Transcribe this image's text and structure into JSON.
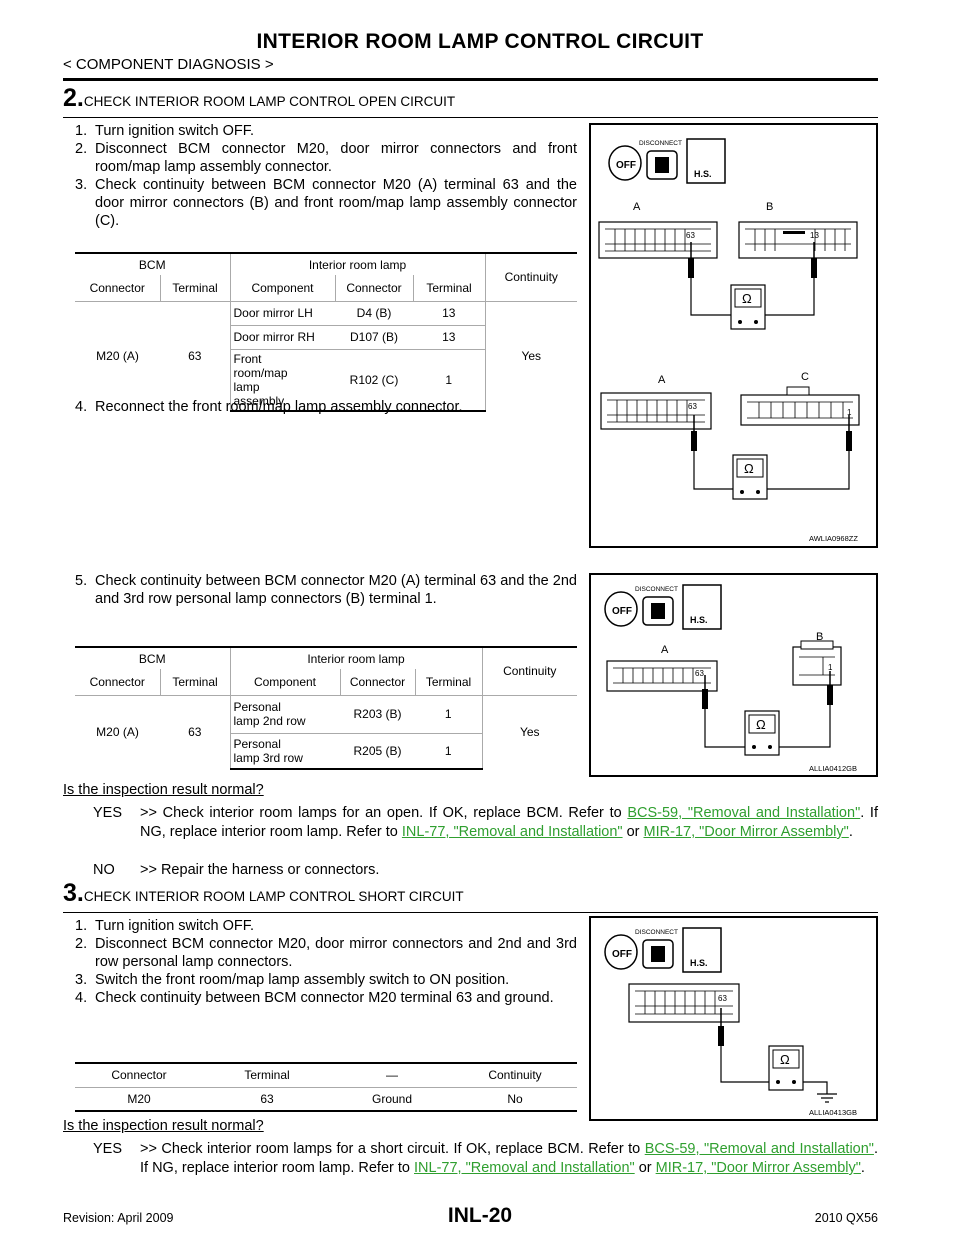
{
  "header": {
    "title": "INTERIOR ROOM LAMP CONTROL CIRCUIT",
    "breadcrumb": "< COMPONENT DIAGNOSIS >"
  },
  "step2": {
    "num": "2.",
    "title": "CHECK INTERIOR ROOM LAMP CONTROL OPEN CIRCUIT",
    "items": [
      {
        "n": "1.",
        "text": "Turn ignition switch OFF."
      },
      {
        "n": "2.",
        "text": "Disconnect BCM connector M20, door mirror connectors and front room/map lamp assembly connector."
      },
      {
        "n": "3.",
        "text": "Check continuity between BCM connector M20 (A) terminal 63 and the door mirror connectors (B) and front room/map lamp assembly connector (C)."
      }
    ],
    "table1": {
      "group_bcm": "BCM",
      "group_lamp": "Interior room lamp",
      "continuity_header": "Continuity",
      "col_connector": "Connector",
      "col_terminal": "Terminal",
      "col_component": "Component",
      "col_connector2": "Connector",
      "col_terminal2": "Terminal",
      "bcm_connector": "M20 (A)",
      "bcm_terminal": "63",
      "rows": [
        {
          "component": "Door mirror LH",
          "connector": "D4 (B)",
          "terminal": "13"
        },
        {
          "component": "Door mirror RH",
          "connector": "D107 (B)",
          "terminal": "13"
        },
        {
          "component": "Front room/map lamp assembly",
          "connector": "R102 (C)",
          "terminal": "1"
        }
      ],
      "continuity": "Yes"
    },
    "item4": {
      "n": "4.",
      "text": "Reconnect the front room/map lamp assembly connector."
    },
    "item5": {
      "n": "5.",
      "text": "Check continuity between BCM connector M20 (A) terminal 63 and the 2nd and 3rd row personal lamp connectors (B) terminal 1."
    },
    "table2": {
      "group_bcm": "BCM",
      "group_lamp": "Interior room lamp",
      "continuity_header": "Continuity",
      "col_connector": "Connector",
      "col_terminal": "Terminal",
      "col_component": "Component",
      "col_connector2": "Connector",
      "col_terminal2": "Terminal",
      "bcm_connector": "M20 (A)",
      "bcm_terminal": "63",
      "rows": [
        {
          "component": "Personal lamp 2nd row",
          "connector": "R203 (B)",
          "terminal": "1"
        },
        {
          "component": "Personal lamp 3rd row",
          "connector": "R205 (B)",
          "terminal": "1"
        }
      ],
      "continuity": "Yes"
    },
    "question": "Is the inspection result normal?",
    "yes_key": "YES",
    "yes_text_1": ">> Check interior room lamps for an open. If OK, replace BCM. Refer to ",
    "yes_link_1": "BCS-59, \"Removal and Installation\"",
    "yes_text_2": ". If NG, replace interior room lamp. Refer to ",
    "yes_link_2": "INL-77, \"Removal and Installation\"",
    "yes_text_3": " or ",
    "yes_link_3": "MIR-17, \"Door Mirror Assembly\"",
    "yes_text_4": ".",
    "no_key": "NO",
    "no_text": ">> Repair the harness or connectors."
  },
  "step3": {
    "num": "3.",
    "title": "CHECK INTERIOR ROOM LAMP CONTROL SHORT CIRCUIT",
    "items": [
      {
        "n": "1.",
        "text": "Turn ignition switch OFF."
      },
      {
        "n": "2.",
        "text": "Disconnect BCM connector M20, door mirror connectors and 2nd and 3rd row personal lamp connectors."
      },
      {
        "n": "3.",
        "text": "Switch the front room/map lamp assembly switch to ON position."
      },
      {
        "n": "4.",
        "text": "Check continuity between BCM connector M20 terminal 63 and ground."
      }
    ],
    "table3": {
      "headers": [
        "Connector",
        "Terminal",
        "—",
        "Continuity"
      ],
      "row": [
        "M20",
        "63",
        "Ground",
        "No"
      ]
    },
    "question": "Is the inspection result normal?",
    "yes_key": "YES",
    "yes_text_1": ">> Check interior room lamps for a short circuit. If OK, replace BCM. Refer to ",
    "yes_link_1": "BCS-59, \"Removal and Installation\"",
    "yes_text_2": ". If NG, replace interior room lamp. Refer to ",
    "yes_link_2": "INL-77, \"Removal and Installation\"",
    "yes_text_3": " or ",
    "yes_link_3": "MIR-17, \"Door Mirror Assembly\"",
    "yes_text_4": "."
  },
  "figures": {
    "fig1": {
      "id": "AWLIA0968ZZ",
      "label_a1": "A",
      "label_b": "B",
      "label_a2": "A",
      "label_c": "C",
      "pin_63": "63",
      "pin_13": "13",
      "pin_1": "1",
      "ohm": "Ω",
      "disconnect": "DISCONNECT",
      "off": "OFF",
      "hs": "H.S."
    },
    "fig2": {
      "id": "ALLIA0412GB",
      "label_a": "A",
      "label_b": "B",
      "pin_63": "63",
      "pin_1": "1",
      "ohm": "Ω",
      "disconnect": "DISCONNECT",
      "off": "OFF",
      "hs": "H.S."
    },
    "fig3": {
      "id": "ALLIA0413GB",
      "pin_63": "63",
      "ohm": "Ω",
      "disconnect": "DISCONNECT",
      "off": "OFF",
      "hs": "H.S."
    }
  },
  "footer": {
    "revision": "Revision: April 2009",
    "page": "INL-20",
    "model": "2010 QX56"
  }
}
